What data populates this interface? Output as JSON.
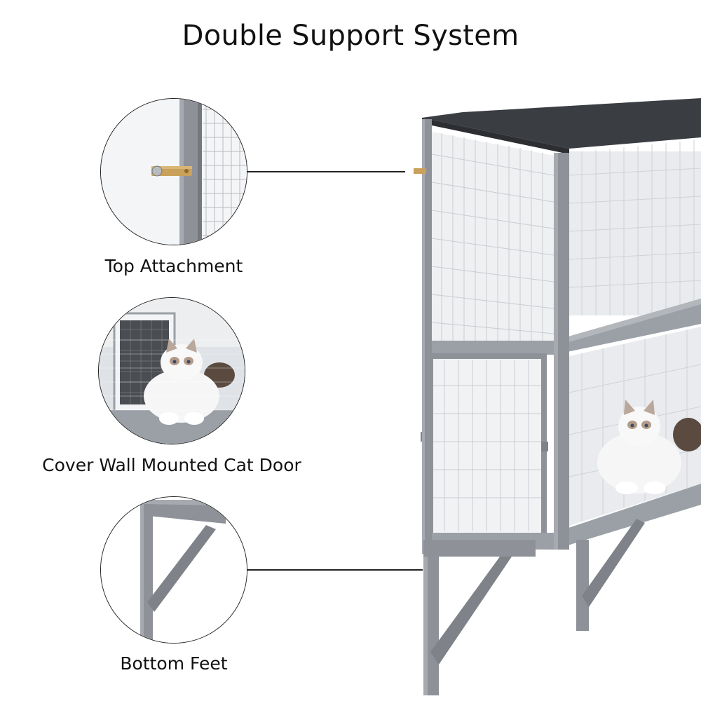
{
  "title": "Double Support System",
  "features": [
    {
      "label": "Top Attachment"
    },
    {
      "label": "Cover Wall Mounted Cat Door"
    },
    {
      "label": "Bottom Feet"
    }
  ],
  "colors": {
    "frame": "#8e9298",
    "frame_dark": "#6f7379",
    "roof": "#3a3d42",
    "mesh": "#c9ccd1",
    "bracket": "#c9a15a",
    "text": "#111111"
  }
}
